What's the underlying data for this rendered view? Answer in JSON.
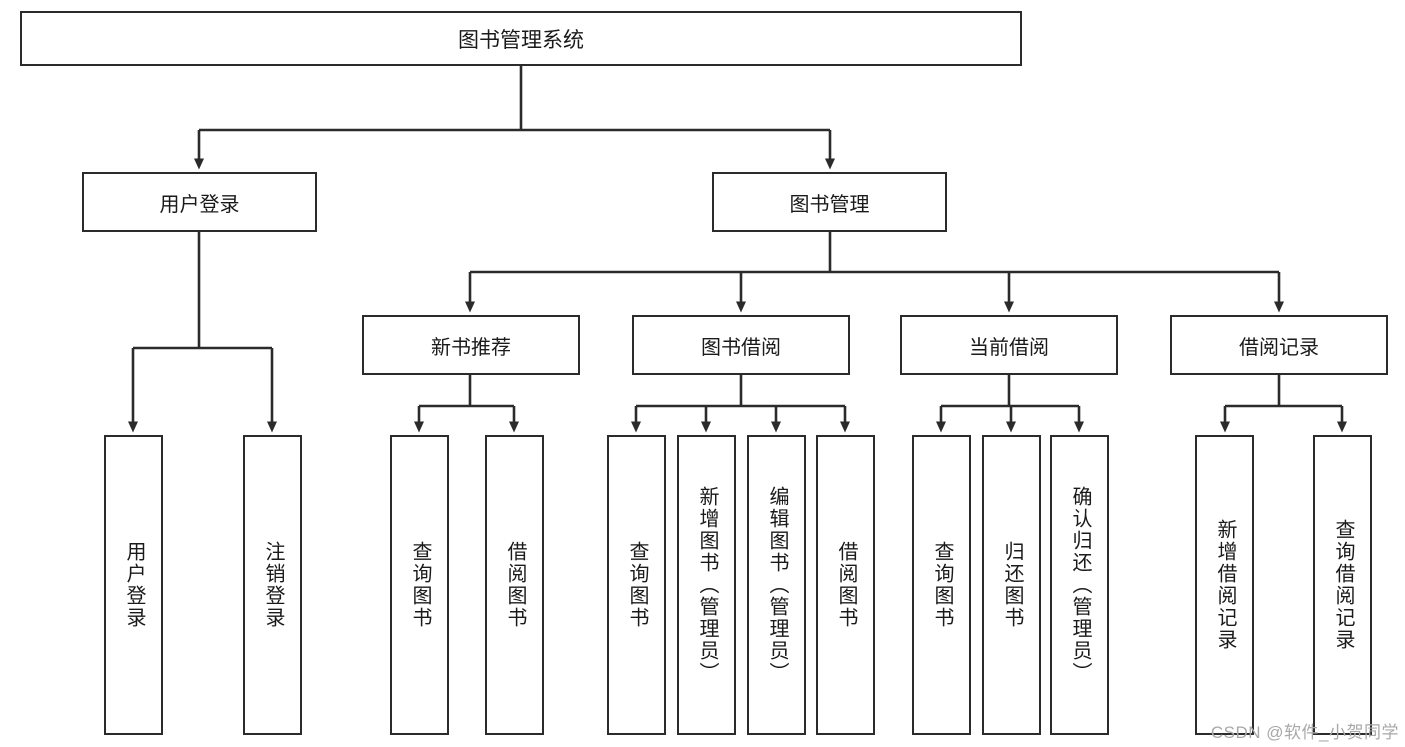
{
  "diagram": {
    "type": "tree-hierarchy-chart",
    "title": "图书管理系统",
    "orientation": "top-down",
    "colors": {
      "box_border": "#2b2b2b",
      "box_fill": "#ffffff",
      "connector": "#2b2b2b",
      "text": "#1a1a1a",
      "watermark": "#a8a8a8",
      "background": "#ffffff"
    },
    "root": {
      "id": "root",
      "label": "图书管理系统"
    },
    "level1": [
      {
        "id": "n-user-login",
        "label": "用户登录"
      },
      {
        "id": "n-book-manage",
        "label": "图书管理"
      }
    ],
    "level2": [
      {
        "id": "n-new-book",
        "label": "新书推荐",
        "parent": "n-book-manage"
      },
      {
        "id": "n-borrow",
        "label": "图书借阅",
        "parent": "n-book-manage"
      },
      {
        "id": "n-current-borrow",
        "label": "当前借阅",
        "parent": "n-book-manage"
      },
      {
        "id": "n-borrow-record",
        "label": "借阅记录",
        "parent": "n-book-manage"
      }
    ],
    "leaves": [
      {
        "id": "l-user-login",
        "label": "用户登录",
        "parent": "n-user-login"
      },
      {
        "id": "l-user-logout",
        "label": "注销登录",
        "parent": "n-user-login"
      },
      {
        "id": "l-nb-query",
        "label": "查询图书",
        "parent": "n-new-book"
      },
      {
        "id": "l-nb-borrow",
        "label": "借阅图书",
        "parent": "n-new-book"
      },
      {
        "id": "l-bw-query",
        "label": "查询图书",
        "parent": "n-borrow"
      },
      {
        "id": "l-bw-add",
        "label": "新增图书（管理员）",
        "parent": "n-borrow"
      },
      {
        "id": "l-bw-edit",
        "label": "编辑图书（管理员）",
        "parent": "n-borrow"
      },
      {
        "id": "l-bw-borrow",
        "label": "借阅图书",
        "parent": "n-borrow"
      },
      {
        "id": "l-cb-query",
        "label": "查询图书",
        "parent": "n-current-borrow"
      },
      {
        "id": "l-cb-return",
        "label": "归还图书",
        "parent": "n-current-borrow"
      },
      {
        "id": "l-cb-confirm",
        "label": "确认归还（管理员）",
        "parent": "n-current-borrow"
      },
      {
        "id": "l-br-add",
        "label": "新增借阅记录",
        "parent": "n-borrow-record"
      },
      {
        "id": "l-br-query",
        "label": "查询借阅记录",
        "parent": "n-borrow-record"
      }
    ],
    "watermark": "CSDN @软件_小贺同学"
  }
}
